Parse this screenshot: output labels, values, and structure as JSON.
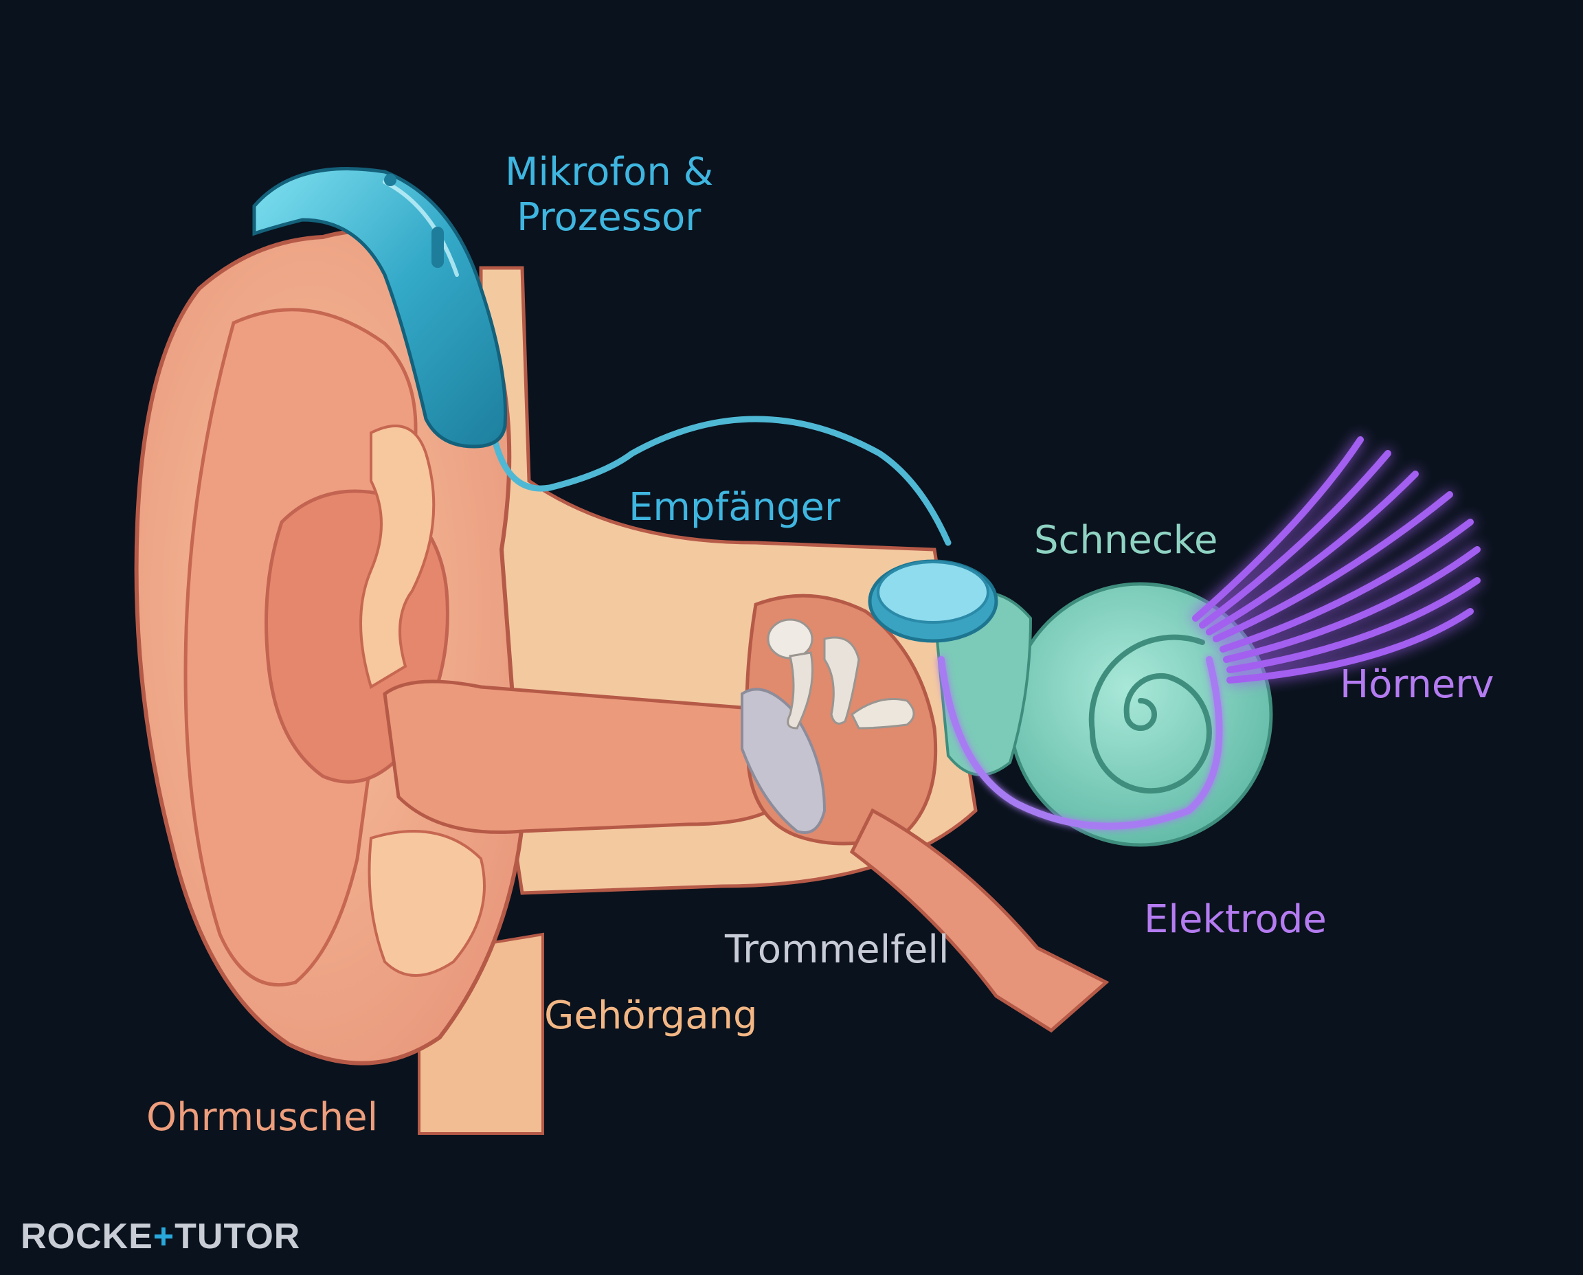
{
  "labels": {
    "mikrofon_line1": "Mikrofon &",
    "mikrofon_line2": "Prozessor",
    "empfaenger": "Empfänger",
    "schnecke": "Schnecke",
    "hoernerv": "Hörnerv",
    "elektrode": "Elektrode",
    "trommelfell": "Trommelfell",
    "gehoergang": "Gehörgang",
    "ohrmuschel": "Ohrmuschel"
  },
  "logo": {
    "part1": "ROCKE",
    "plus": "+",
    "part2": "TUTOR"
  },
  "colors": {
    "background": "#0a121d",
    "processor": "#33a9c9",
    "processor_label": "#3fb6e0",
    "cochlea": "#74c9b6",
    "cochlea_label": "#8fd3c3",
    "nerve": "#a35ef0",
    "nerve_label": "#b57cf2",
    "electrode": "#a77cf2",
    "eardrum": "#b9b9c6",
    "eardrum_label": "#c8ccd6",
    "canal_label": "#f3b785",
    "pinna_label": "#ee9e7c",
    "skin": "#f0ad8c",
    "bone": "#f5cfa0"
  }
}
